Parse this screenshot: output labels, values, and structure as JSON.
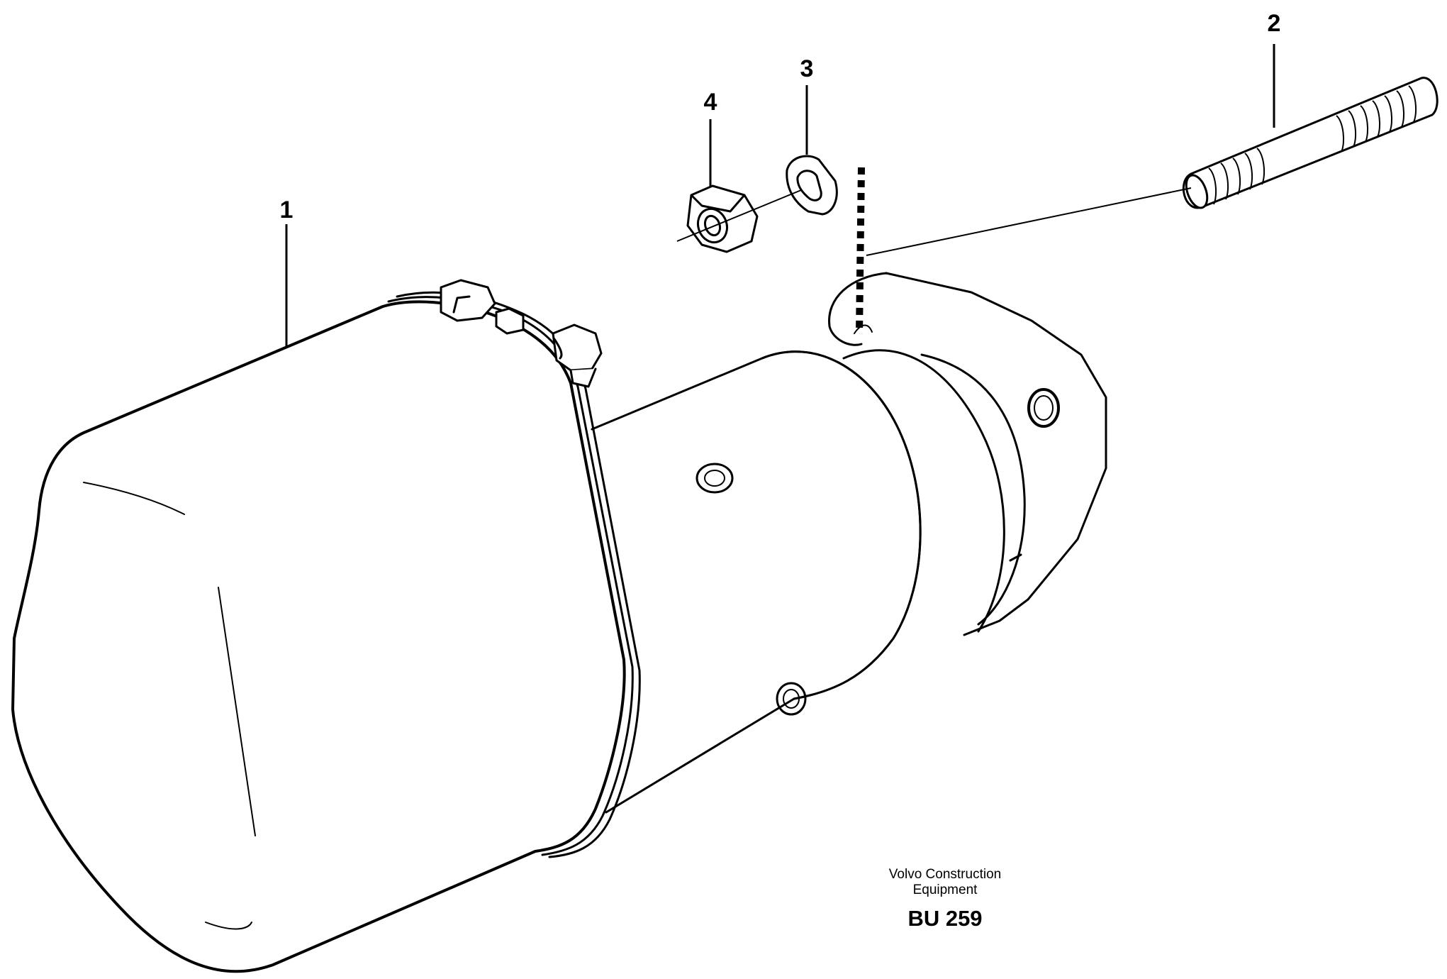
{
  "callouts": {
    "part_1": "1",
    "part_2": "2",
    "part_3": "3",
    "part_4": "4"
  },
  "caption": {
    "line1": "Volvo Construction",
    "line2": "Equipment",
    "code": "BU 259"
  },
  "colors": {
    "stroke": "#000000",
    "background": "#ffffff"
  }
}
